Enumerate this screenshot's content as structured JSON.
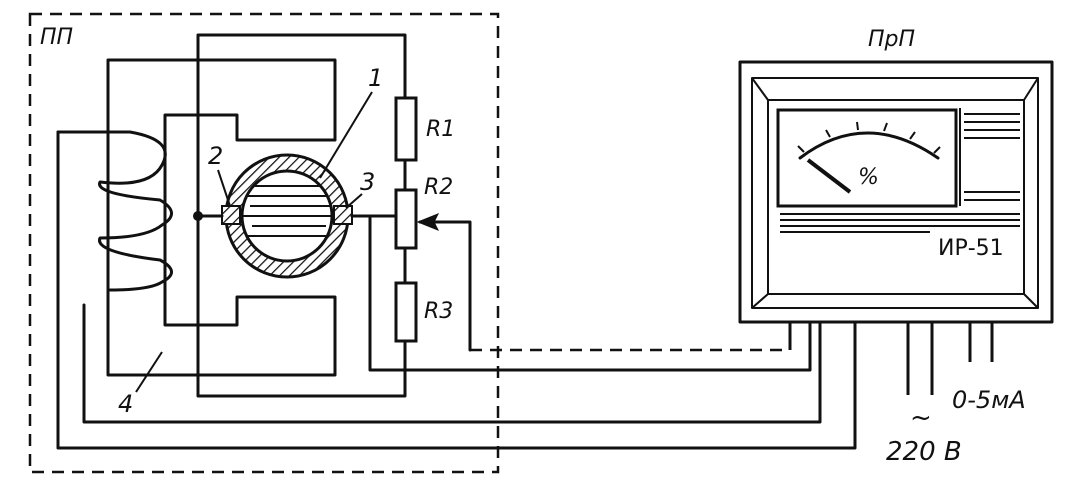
{
  "labels": {
    "sensor_block": "ПП",
    "transducer_block": "ПрП",
    "part_1": "1",
    "part_2": "2",
    "part_3": "3",
    "part_4": "4",
    "resistor_1": "R1",
    "resistor_2": "R2",
    "resistor_3": "R3",
    "meter_unit": "%",
    "device_model": "ИР-51",
    "output_signal": "0-5мА",
    "supply_tilde": "~",
    "supply_voltage": "220 В"
  }
}
